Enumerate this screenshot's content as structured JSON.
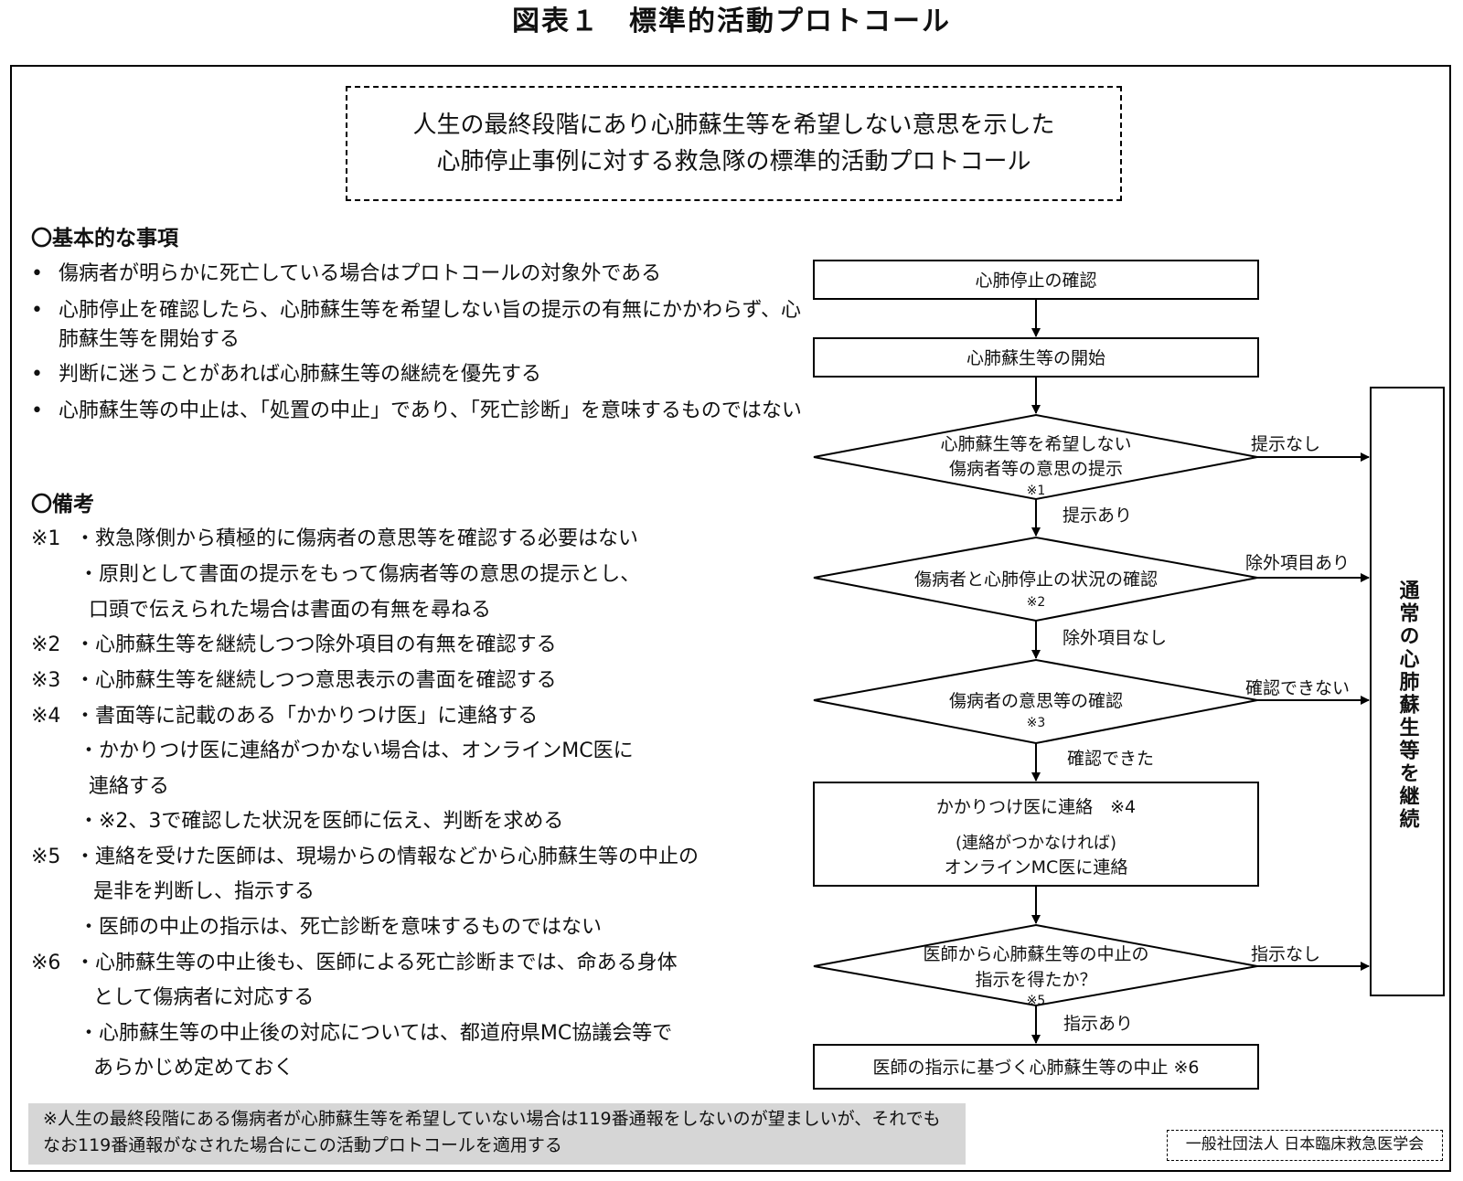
{
  "title": "図表１　標準的活動プロトコール",
  "heading": {
    "line1": "人生の最終段階にあり心肺蘇生等を希望しない意思を示した",
    "line2": "心肺停止事例に対する救急隊の標準的活動プロトコール"
  },
  "basics": {
    "header": "〇基本的な事項",
    "items": [
      "傷病者が明らかに死亡している場合はプロトコールの対象外である",
      "心肺停止を確認したら、心肺蘇生等を希望しない旨の提示の有無にかかわらず、心肺蘇生等を開始する",
      "判断に迷うことがあれば心肺蘇生等の継続を優先する",
      "心肺蘇生等の中止は、「処置の中止」であり、「死亡診断」を意味するものではない"
    ]
  },
  "remarks": {
    "header": "〇備考",
    "marks": [
      "※1",
      "※2",
      "※3",
      "※4",
      "※5",
      "※6"
    ],
    "lines": [
      "・救急隊側から積極的に傷病者の意思等を確認する必要はない",
      "・原則として書面の提示をもって傷病者等の意思の提示とし、",
      "口頭で伝えられた場合は書面の有無を尋ねる",
      "・心肺蘇生等を継続しつつ除外項目の有無を確認する",
      "・心肺蘇生等を継続しつつ意思表示の書面を確認する",
      "・書面等に記載のある「かかりつけ医」に連絡する",
      "・かかりつけ医に連絡がつかない場合は、オンラインMC医に",
      "連絡する",
      "・※2、3で確認した状況を医師に伝え、判断を求める",
      "・連絡を受けた医師は、現場からの情報などから心肺蘇生等の中止の",
      "是非を判断し、指示する",
      "・医師の中止の指示は、死亡診断を意味するものではない",
      "・心肺蘇生等の中止後も、医師による死亡診断までは、命ある身体",
      "として傷病者に対応する",
      "・心肺蘇生等の中止後の対応については、都道府県MC協議会等で",
      "あらかじめ定めておく"
    ]
  },
  "flow": {
    "confirm_arrest": "心肺停止の確認",
    "start_cpr": "心肺蘇生等の開始",
    "d1_line1": "心肺蘇生等を希望しない",
    "d1_line2": "傷病者等の意思の提示",
    "d1_note": "※1",
    "d1_no": "提示なし",
    "d1_yes": "提示あり",
    "d2_line1": "傷病者と心肺停止の状況の確認",
    "d2_note": "※2",
    "d2_no": "除外項目あり",
    "d2_yes": "除外項目なし",
    "d3_line1": "傷病者の意思等の確認",
    "d3_note": "※3",
    "d3_no": "確認できない",
    "d3_yes": "確認できた",
    "contact_line1": "かかりつけ医に連絡　※4",
    "contact_line2": "(連絡がつかなければ)",
    "contact_line3": "オンラインMC医に連絡",
    "d4_line1": "医師から心肺蘇生等の中止の",
    "d4_line2": "指示を得たか？",
    "d4_note": "※5",
    "d4_no": "指示なし",
    "d4_yes": "指示あり",
    "stop_cpr": "医師の指示に基づく心肺蘇生等の中止 ※6",
    "continue_cpr": "通常の心肺蘇生等を継続"
  },
  "footnote": "※人生の最終段階にある傷病者が心肺蘇生等を希望していない場合は119番通報をしないのが望ましいが、それでもなお119番通報がなされた場合にこの活動プロトコールを適用する",
  "credit": "一般社団法人 日本臨床救急医学会"
}
